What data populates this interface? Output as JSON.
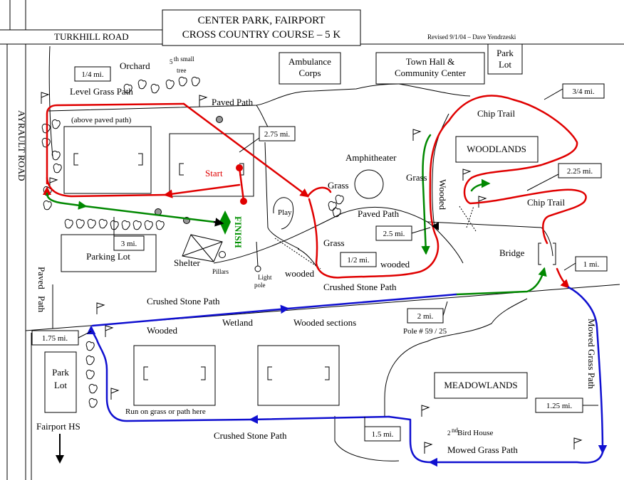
{
  "title": {
    "line1": "CENTER PARK, FAIRPORT",
    "line2": "CROSS COUNTRY COURSE – 5 K"
  },
  "revised": "Revised 9/1/04 – Dave Yendrzeski",
  "roads": {
    "turkhill": "TURKHILL ROAD",
    "ayrault": "AYRAULT ROAD"
  },
  "buildings": {
    "ambulance_1": "Ambulance",
    "ambulance_2": "Corps",
    "town_hall_1": "Town Hall &",
    "town_hall_2": "Community Center",
    "park_lot_top_1": "Park",
    "park_lot_top_2": "Lot",
    "park_lot_left_1": "Park",
    "park_lot_left_2": "Lot",
    "parking_lot": "Parking Lot",
    "shelter": "Shelter",
    "woodlands": "WOODLANDS",
    "meadowlands": "MEADOWLANDS"
  },
  "features": {
    "orchard": "Orchard",
    "tree_5th_a": "5",
    "tree_5th_b": "th small",
    "tree_5th_c": "tree",
    "level_grass_path": "Level Grass Path",
    "above_paved_path": "(above paved path)",
    "paved_path_top": "Paved Path",
    "start": "Start",
    "finish": "FINISH",
    "play": "Play",
    "grass_center": "Grass",
    "amphitheater": "Amphitheater",
    "grass_right": "Grass",
    "wooded_right": "Wooded",
    "chip_trail_top": "Chip Trail",
    "chip_trail_right": "Chip Trail",
    "paved_path_mid": "Paved Path",
    "grass_low": "Grass",
    "wooded_low": "wooded",
    "wooded_low2": "wooded",
    "pillars": "Pillars",
    "light_pole_1": "Light",
    "light_pole_2": "pole",
    "crushed_stone_mid": "Crushed Stone Path",
    "bridge": "Bridge",
    "paved_path_left_1": "Paved",
    "paved_path_left_2": "Path",
    "crushed_stone_upper": "Crushed Stone Path",
    "wooded_left": "Wooded",
    "wetland": "Wetland",
    "wooded_sections": "Wooded sections",
    "pole": "Pole # 59 / 25",
    "mowed_grass_right": "Mowed Grass Path",
    "run_on_grass": "Run on grass or path here",
    "crushed_stone_bottom": "Crushed Stone Path",
    "bird_house_a": "2",
    "bird_house_b": "nd",
    "bird_house_c": " Bird House",
    "mowed_grass_bottom": "Mowed Grass Path",
    "fairport_hs": "Fairport HS"
  },
  "markers": {
    "m_1_4": "1/4 mi.",
    "m_1_2": "1/2 mi.",
    "m_3_4": "3/4 mi.",
    "m_1": "1 mi.",
    "m_1_25": "1.25 mi.",
    "m_1_5": "1.5 mi.",
    "m_1_75": "1.75 mi.",
    "m_2": "2 mi.",
    "m_2_25": "2.25 mi.",
    "m_2_5": "2.5 mi.",
    "m_2_75": "2.75 mi.",
    "m_3": "3 mi."
  },
  "colors": {
    "loop_1": "#e00000",
    "connector": "#008800",
    "loop_2": "#1010d0",
    "finish_chute": "#000000"
  }
}
